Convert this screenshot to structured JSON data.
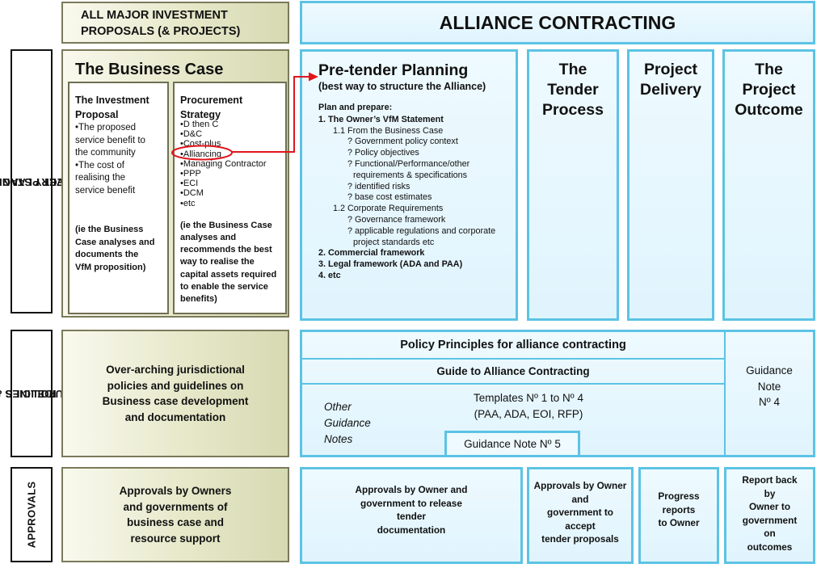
{
  "header": {
    "left_title_line1": "ALL MAJOR INVESTMENT",
    "left_title_line2": "PROPOSALS (& PROJECTS)",
    "right_title": "ALLIANCE CONTRACTING"
  },
  "row_labels": {
    "planning_line1": "PROJECT PLANNING AND",
    "planning_line2": "DELIVERY STAGES",
    "policies_line1": "POLICIES &",
    "policies_line2": "GUIDELINES",
    "approvals": "APPROVALS"
  },
  "business_case": {
    "title": "The Business Case",
    "investment": {
      "heading_line1": "The Investment",
      "heading_line2": "Proposal",
      "bullets": [
        "•The proposed",
        "service benefit to",
        "the community",
        "•The cost of",
        "realising the",
        "service benefit"
      ],
      "note": [
        "(ie the Business",
        "Case analyses and",
        "documents the",
        "VfM proposition)"
      ]
    },
    "procurement": {
      "heading_line1": "Procurement",
      "heading_line2": "Strategy",
      "items": [
        "D then C",
        "D&C",
        "Cost-plus",
        "Alliancing",
        "Managing Contractor",
        "PPP",
        "ECI",
        "DCM",
        "etc"
      ],
      "note": [
        "(ie the Business Case",
        "analyses and",
        "recommends the best",
        "way to realise the",
        "capital assets required",
        "to enable the service",
        "benefits)"
      ]
    }
  },
  "pretender": {
    "title": "Pre-tender Planning",
    "subtitle": "(best way to structure the Alliance)",
    "lines": [
      {
        "text": "Plan and prepare:",
        "indent": 0,
        "bold": true
      },
      {
        "text": "1. The Owner’s VfM Statement",
        "indent": 0,
        "bold": true
      },
      {
        "text": "1.1 From the Business Case",
        "indent": 1,
        "bold": false
      },
      {
        "text": "? Government policy context",
        "indent": 2,
        "bold": false
      },
      {
        "text": "? Policy objectives",
        "indent": 2,
        "bold": false
      },
      {
        "text": "? Functional/Performance/other",
        "indent": 2,
        "bold": false
      },
      {
        "text": "requirements & specifications",
        "indent": 3,
        "bold": false
      },
      {
        "text": "? identified risks",
        "indent": 2,
        "bold": false
      },
      {
        "text": "? base cost estimates",
        "indent": 2,
        "bold": false
      },
      {
        "text": "1.2 Corporate Requirements",
        "indent": 1,
        "bold": false
      },
      {
        "text": "? Governance framework",
        "indent": 2,
        "bold": false
      },
      {
        "text": "? applicable regulations and corporate",
        "indent": 2,
        "bold": false
      },
      {
        "text": "project standards etc",
        "indent": 3,
        "bold": false
      },
      {
        "text": "2. Commercial framework",
        "indent": 0,
        "bold": true
      },
      {
        "text": "3. Legal framework (ADA and PAA)",
        "indent": 0,
        "bold": true
      },
      {
        "text": "4. etc",
        "indent": 0,
        "bold": true
      }
    ]
  },
  "stages": {
    "tender": [
      "The",
      "Tender",
      "Process"
    ],
    "delivery": [
      "Project",
      "Delivery"
    ],
    "outcome": [
      "The",
      "Project",
      "Outcome"
    ]
  },
  "policies": {
    "left": [
      "Over-arching jurisdictional",
      "policies and guidelines on",
      "Business case development",
      "and documentation"
    ],
    "principles": "Policy Principles for alliance contracting",
    "guide": "Guide to Alliance Contracting",
    "templates_line1": "Templates Nº 1 to Nº 4",
    "templates_line2": "(PAA, ADA, EOI, RFP)",
    "other_notes": [
      "Other",
      "Guidance",
      "Notes"
    ],
    "guidance5": "Guidance Note Nº 5",
    "guidance4": [
      "Guidance",
      "Note",
      "Nº 4"
    ]
  },
  "approvals": {
    "left": [
      "Approvals by Owners",
      "and governments of",
      "business case and",
      "resource support"
    ],
    "release": [
      "Approvals by Owner and",
      "government to release",
      "tender",
      "documentation"
    ],
    "accept": [
      "Approvals by Owner",
      "and",
      "government to",
      "accept",
      "tender proposals"
    ],
    "progress": [
      "Progress",
      "reports",
      "to Owner"
    ],
    "report": [
      "Report back",
      "by",
      "Owner to",
      "government",
      "on",
      "outcomes"
    ]
  },
  "colors": {
    "highlight_circle": "#e0161b",
    "arrow": "#e0161b",
    "blue_border": "#5cc3e4",
    "olive_border": "#7a7a5a"
  }
}
